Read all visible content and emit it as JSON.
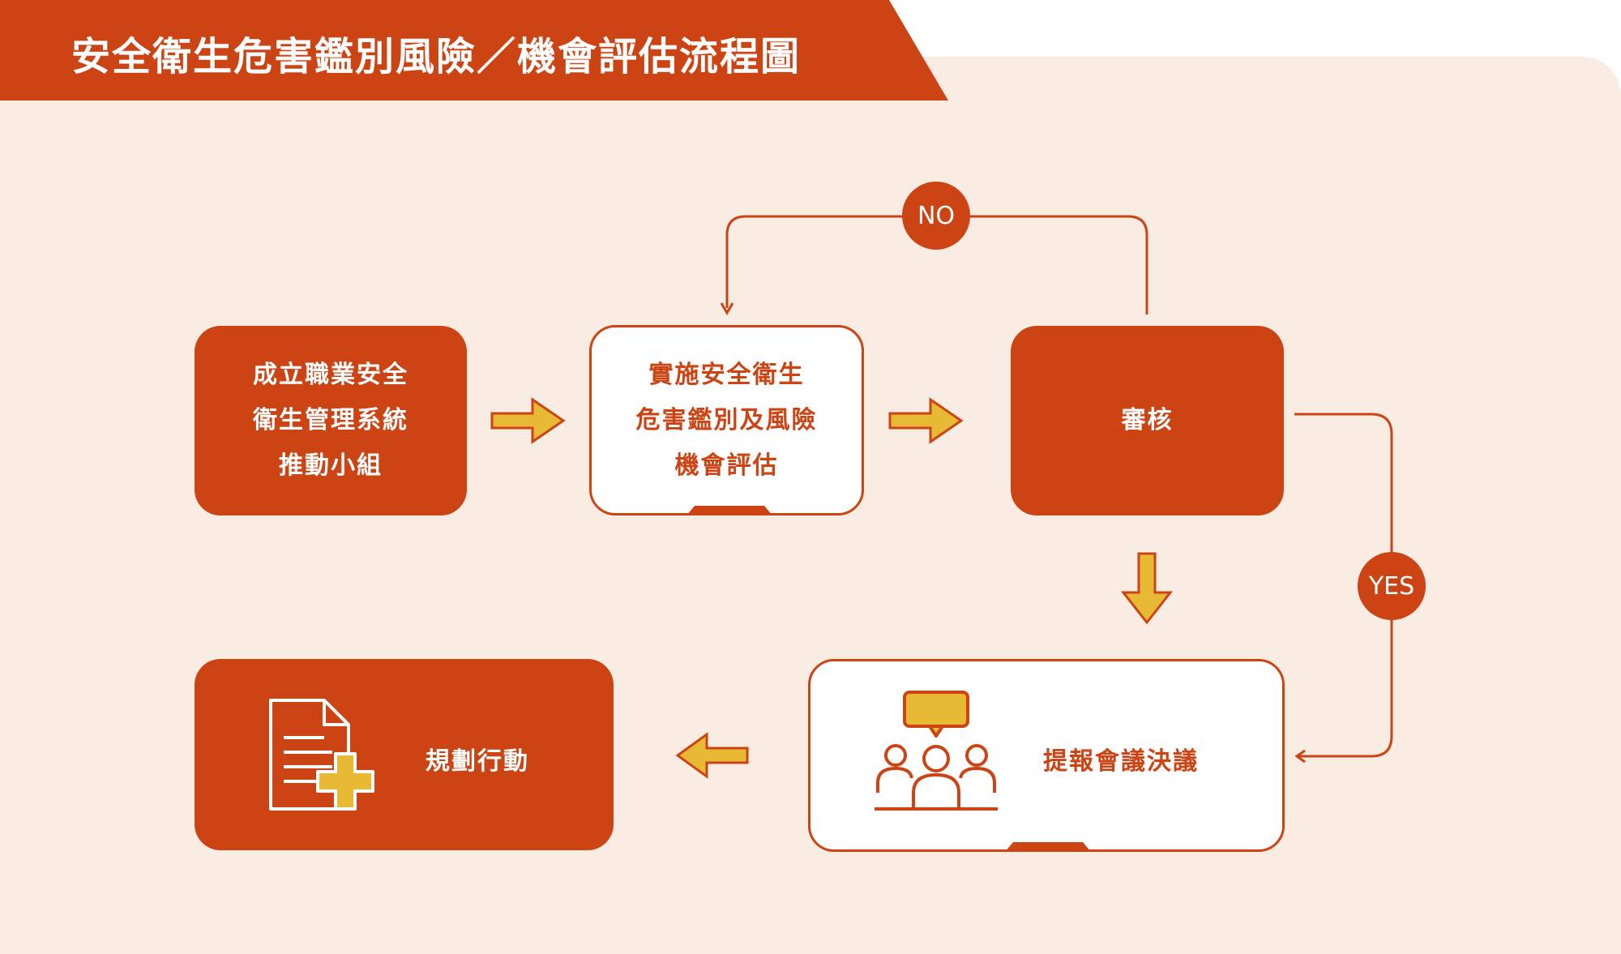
{
  "title": "安全衛生危害鑑別風險／機會評估流程圖",
  "nodes": {
    "committee": [
      "成立職業安全",
      "衛生管理系統",
      "推動小組"
    ],
    "assessment": [
      "實施安全衛生",
      "危害鑑別及風險",
      "機會評估"
    ],
    "review": "審核",
    "meeting": "提報會議決議",
    "action": "規劃行動"
  },
  "decisions": {
    "no": "NO",
    "yes": "YES"
  },
  "icons": {
    "meeting": "meeting-people-icon",
    "action": "document-plus-icon"
  },
  "colors": {
    "primary": "#cc4314",
    "accent": "#e8b934",
    "background": "#f9ece3"
  }
}
